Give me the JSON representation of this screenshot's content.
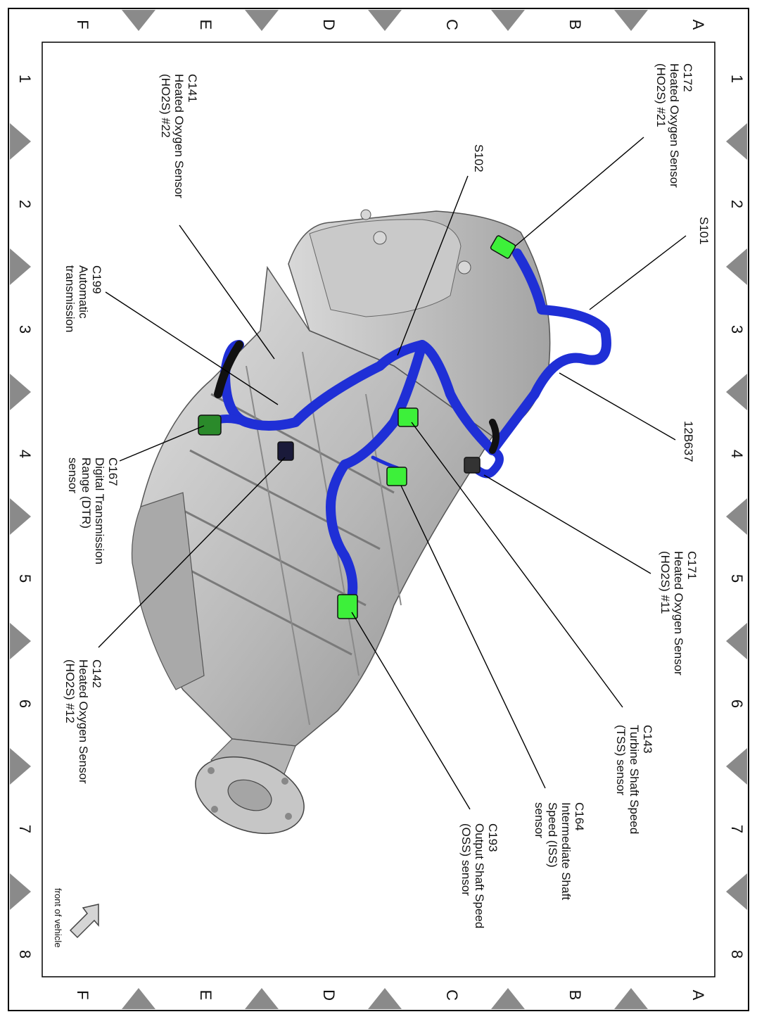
{
  "grid": {
    "rows": [
      "A",
      "B",
      "C",
      "D",
      "E",
      "F"
    ],
    "cols": [
      "1",
      "2",
      "3",
      "4",
      "5",
      "6",
      "7",
      "8"
    ]
  },
  "callouts": [
    {
      "id": "c172",
      "lines": [
        "C172",
        "Heated Oxygen Sensor",
        "(HO2S) #21"
      ]
    },
    {
      "id": "s101",
      "lines": [
        "S101"
      ]
    },
    {
      "id": "s102",
      "lines": [
        "S102"
      ]
    },
    {
      "id": "12b637",
      "lines": [
        "12B637"
      ]
    },
    {
      "id": "c171",
      "lines": [
        "C171",
        "Heated Oxygen Sensor",
        "(HO2S) #11"
      ]
    },
    {
      "id": "c143",
      "lines": [
        "C143",
        "Turbine Shaft Speed",
        "(TSS) sensor"
      ]
    },
    {
      "id": "c164",
      "lines": [
        "C164",
        "Intermediate Shaft",
        "Speed (ISS)",
        "sensor"
      ]
    },
    {
      "id": "c193",
      "lines": [
        "C193",
        "Output Shaft Speed",
        "(OSS) sensor"
      ]
    },
    {
      "id": "c142",
      "lines": [
        "C142",
        "Heated Oxygen Sensor",
        "(HO2S) #12"
      ]
    },
    {
      "id": "c167",
      "lines": [
        "C167",
        "Digital Transmission",
        "Range (DTR)",
        "sensor"
      ]
    },
    {
      "id": "c199",
      "lines": [
        "C199",
        "Automatic",
        "transmission"
      ]
    },
    {
      "id": "c141",
      "lines": [
        "C141",
        "Heated Oxygen Sensor",
        "(HO2S) #22"
      ]
    }
  ],
  "front_of_vehicle": "front of vehicle",
  "colors": {
    "harness": "#1f2fd6",
    "connector": "#3df03a",
    "housing": "#b9b9b9",
    "frame": "#8a8a8a"
  },
  "icons": {
    "direction": "front-arrow-icon"
  }
}
